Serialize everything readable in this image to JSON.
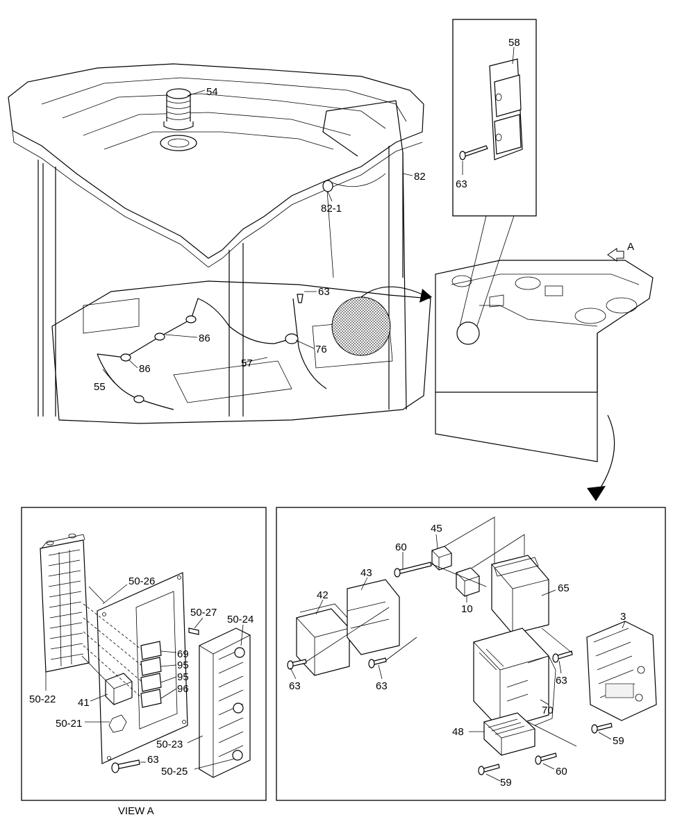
{
  "overview_labels": {
    "p54": "54",
    "p82": "82",
    "p82_1": "82-1",
    "p63": "63",
    "p86a": "86",
    "p86b": "86",
    "p76": "76",
    "p57": "57",
    "p55": "55"
  },
  "inset_labels": {
    "p58": "58",
    "p63": "63"
  },
  "view_arrow_label": "A",
  "view_a": {
    "caption": "VIEW A",
    "labels": {
      "p50_26": "50-26",
      "p50_27": "50-27",
      "p50_24": "50-24",
      "p69": "69",
      "p95a": "95",
      "p95b": "95",
      "p96": "96",
      "p50_22": "50-22",
      "p41": "41",
      "p50_21": "50-21",
      "p50_23": "50-23",
      "p63": "63",
      "p50_25": "50-25"
    }
  },
  "right_detail": {
    "labels": {
      "p45": "45",
      "p60a": "60",
      "p43": "43",
      "p42": "42",
      "p65": "65",
      "p10": "10",
      "p3": "3",
      "p63a": "63",
      "p63b": "63",
      "p63c": "63",
      "p70": "70",
      "p48": "48",
      "p59a": "59",
      "p59b": "59",
      "p60b": "60"
    }
  }
}
